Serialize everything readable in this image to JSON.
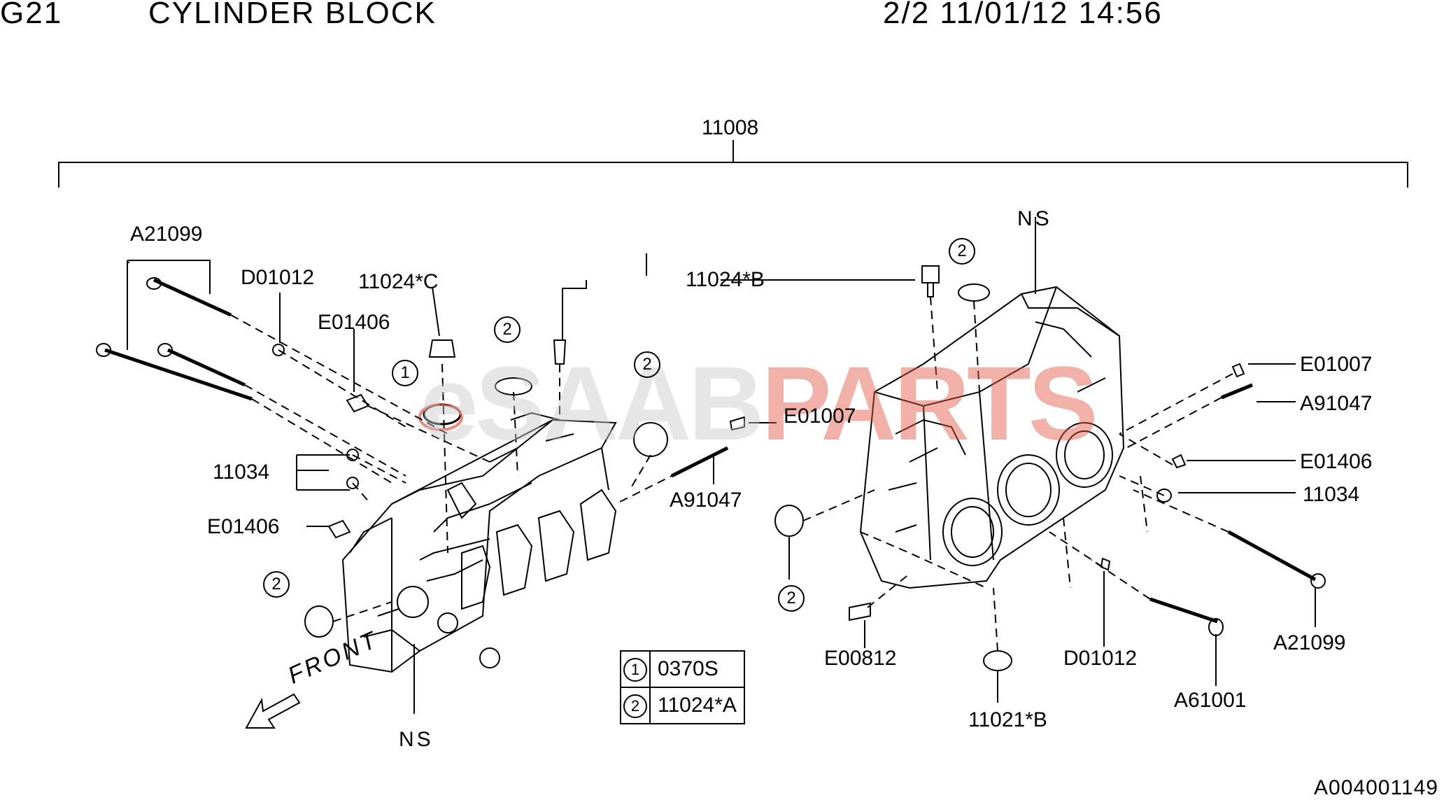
{
  "header": {
    "code": "G21",
    "title": "CYLINDER BLOCK",
    "info": "2/2 11/01/12 14:56"
  },
  "watermark": {
    "prefix": "eSAAB",
    "brand": "PARTS",
    "color": "#e4553f"
  },
  "callouts": {
    "assembly": "11008",
    "a21099_left": "A21099",
    "d01012_left": "D01012",
    "c11024c": "11024*C",
    "e01406_upper_left": "E01406",
    "c11024b": "11024*B",
    "e01007_center": "E01007",
    "c11034_left": "11034",
    "a91047_center": "A91047",
    "e01406_lower_left": "E01406",
    "ns_top": "NS",
    "ns_bottom": "NS",
    "e01007_right": "E01007",
    "a91047_right": "A91047",
    "e01406_right": "E01406",
    "c11034_right": "11034",
    "a21099_right": "A21099",
    "e00812": "E00812",
    "d01012_right": "D01012",
    "c11021b": "11021*B",
    "a61001": "A61001"
  },
  "circle_refs": {
    "one": "1",
    "two": "2"
  },
  "legend": [
    {
      "num": "1",
      "part": "0370S"
    },
    {
      "num": "2",
      "part": "11024*A"
    }
  ],
  "front_label": "FRONT",
  "footer_code": "A004001149"
}
